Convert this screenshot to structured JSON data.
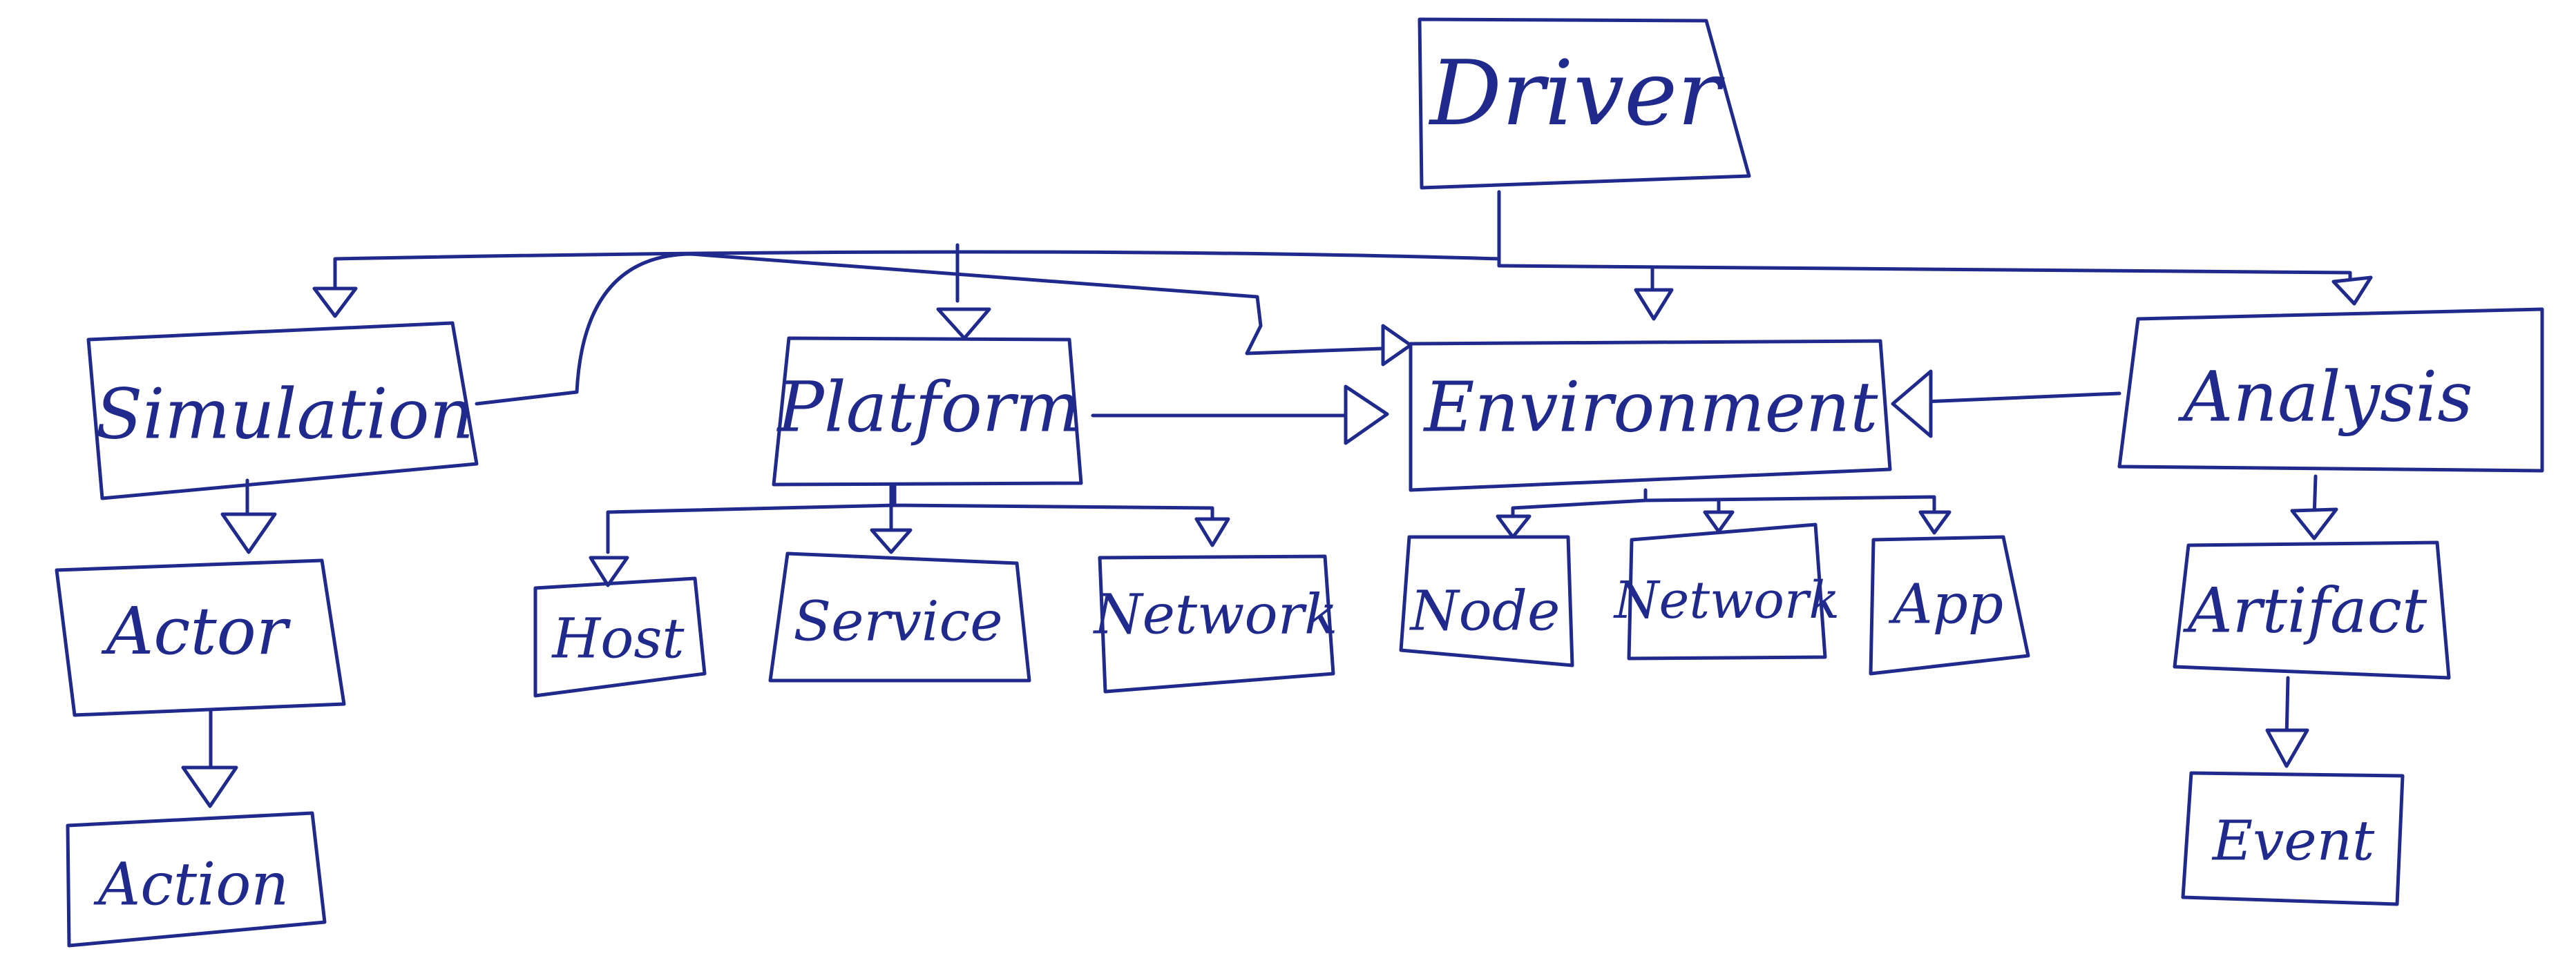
{
  "colors": {
    "ink": "#1f2a8c",
    "paper": "#ffffff"
  },
  "nodes": {
    "driver": "Driver",
    "simulation": "Simulation",
    "platform": "Platform",
    "environment": "Environment",
    "analysis": "Analysis",
    "actor": "Actor",
    "action": "Action",
    "host": "Host",
    "service": "Service",
    "platform_network": "Network",
    "node": "Node",
    "env_network": "Network",
    "app": "App",
    "artifact": "Artifact",
    "event": "Event"
  }
}
